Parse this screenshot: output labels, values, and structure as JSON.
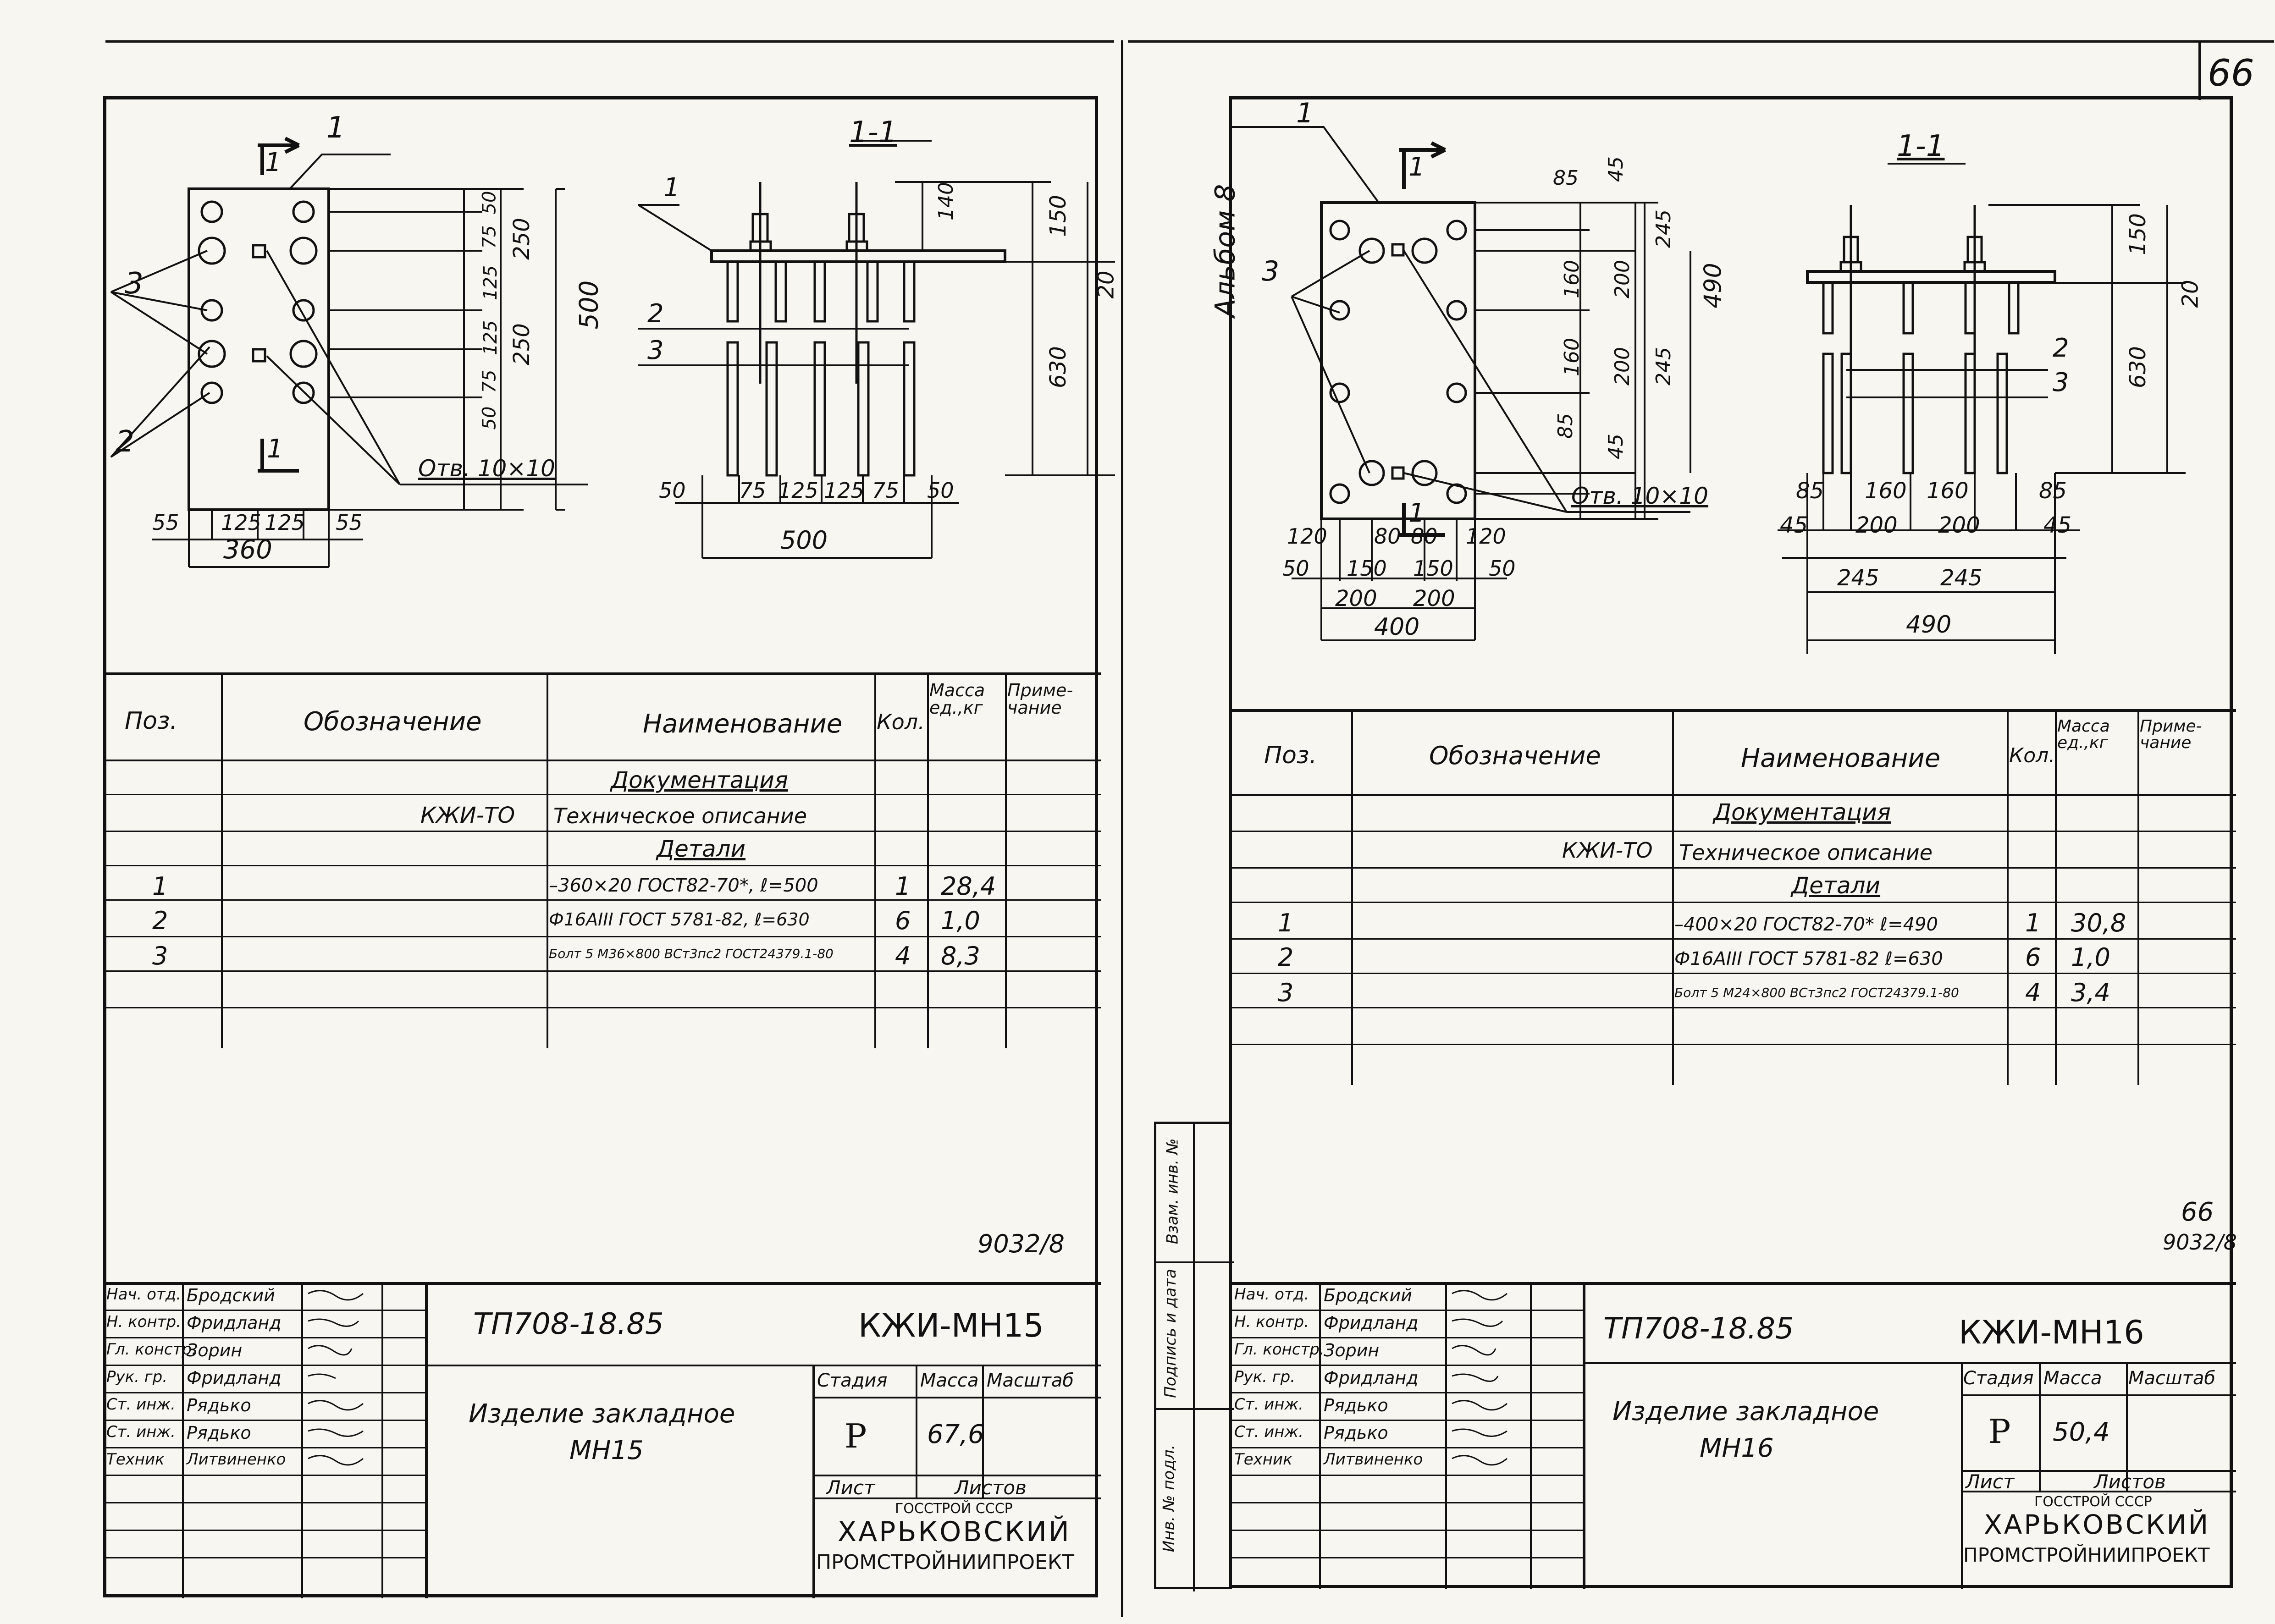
{
  "page_corner": "66",
  "left": {
    "drawing": {
      "section_label": "1-1",
      "section_mark": "1",
      "pos_labels": [
        "1",
        "2",
        "3"
      ],
      "plan_dims_vertical_1": [
        "50",
        "75",
        "125",
        "125",
        "75",
        "50"
      ],
      "plan_dims_vertical_2": [
        "250",
        "250"
      ],
      "plan_dims_total": "500",
      "plan_dims_horizontal": [
        "55",
        "125",
        "125",
        "55"
      ],
      "plan_width": "360",
      "hole": "Отв. 10×10",
      "sec_dims_horizontal": [
        "50",
        "75",
        "125",
        "125",
        "75",
        "50"
      ],
      "sec_width": "500",
      "sec_dims_vertical": [
        "140",
        "150",
        "20",
        "630"
      ]
    },
    "table": {
      "headers": [
        "Поз.",
        "Обозначение",
        "Наименование",
        "Кол.",
        "Масса ед.,кг",
        "Приме-чание"
      ],
      "rows": [
        {
          "pos": "",
          "code": "",
          "name": "Документация",
          "qty": "",
          "mass": "",
          "note": ""
        },
        {
          "pos": "",
          "code": "КЖИ-ТО",
          "name": "Техническое описание",
          "qty": "",
          "mass": "",
          "note": ""
        },
        {
          "pos": "",
          "code": "",
          "name": "Детали",
          "qty": "",
          "mass": "",
          "note": ""
        },
        {
          "pos": "1",
          "code": "",
          "name": "–360×20 ГОСТ82-70*, ℓ=500",
          "qty": "1",
          "mass": "28,4",
          "note": ""
        },
        {
          "pos": "2",
          "code": "",
          "name": "Ф16АIII ГОСТ 5781-82, ℓ=630",
          "qty": "6",
          "mass": "1,0",
          "note": ""
        },
        {
          "pos": "3",
          "code": "",
          "name": "Болт 5 М36×800 ВСт3пс2 ГОСТ24379.1-80",
          "qty": "4",
          "mass": "8,3",
          "note": ""
        }
      ]
    },
    "sheet_no": "9032/8",
    "titleblock": {
      "roles": [
        "Нач. отд.",
        "Н. контр.",
        "Гл. констр.",
        "Рук. гр.",
        "Ст. инж.",
        "Ст. инж.",
        "Техник"
      ],
      "names": [
        "Бродский",
        "Фридланд",
        "Зорин",
        "Фридланд",
        "Рядько",
        "Рядько",
        "Литвиненко"
      ],
      "project": "ТП708-18.85",
      "code": "КЖИ-МН15",
      "title_line1": "Изделие закладное",
      "title_line2": "МН15",
      "stage_label": "Стадия",
      "mass_label": "Масса",
      "scale_label": "Масштаб",
      "stage": "Р",
      "mass": "67,6",
      "sheet_label": "Лист",
      "sheets_label": "Листов",
      "org1": "ГОССТРОЙ СССР",
      "org2": "ХАРЬКОВСКИЙ",
      "org3": "ПРОМСТРОЙНИИПРОЕКТ"
    }
  },
  "right": {
    "album": "Альбом 8",
    "drawing": {
      "section_label": "1-1",
      "section_mark": "1",
      "pos_labels": [
        "1",
        "2",
        "3"
      ],
      "plan_dims_vertical_1": [
        "85",
        "160",
        "160",
        "85"
      ],
      "plan_dims_vertical_2": [
        "45",
        "200",
        "200",
        "45"
      ],
      "plan_dims_vertical_3": [
        "245",
        "245"
      ],
      "plan_dims_total": "490",
      "plan_dims_horizontal_1": [
        "120",
        "80",
        "80",
        "120"
      ],
      "plan_dims_horizontal_2": [
        "50",
        "150",
        "150",
        "50"
      ],
      "plan_dims_horizontal_3": [
        "200",
        "200"
      ],
      "plan_width": "400",
      "hole": "Отв. 10×10",
      "sec_dims_horizontal_1": [
        "85",
        "160",
        "160",
        "85"
      ],
      "sec_dims_horizontal_2": [
        "45",
        "200",
        "200",
        "45"
      ],
      "sec_dims_horizontal_3": [
        "245",
        "245"
      ],
      "sec_width": "490",
      "sec_dims_vertical": [
        "150",
        "20",
        "630"
      ]
    },
    "table": {
      "headers": [
        "Поз.",
        "Обозначение",
        "Наименование",
        "Кол.",
        "Масса ед.,кг",
        "Приме-чание"
      ],
      "rows": [
        {
          "pos": "",
          "code": "",
          "name": "Документация",
          "qty": "",
          "mass": "",
          "note": ""
        },
        {
          "pos": "",
          "code": "КЖИ-ТО",
          "name": "Техническое описание",
          "qty": "",
          "mass": "",
          "note": ""
        },
        {
          "pos": "",
          "code": "",
          "name": "Детали",
          "qty": "",
          "mass": "",
          "note": ""
        },
        {
          "pos": "1",
          "code": "",
          "name": "–400×20 ГОСТ82-70* ℓ=490",
          "qty": "1",
          "mass": "30,8",
          "note": ""
        },
        {
          "pos": "2",
          "code": "",
          "name": "Ф16АIII ГОСТ 5781-82 ℓ=630",
          "qty": "6",
          "mass": "1,0",
          "note": ""
        },
        {
          "pos": "3",
          "code": "",
          "name": "Болт 5 М24×800 ВСт3пс2 ГОСТ24379.1-80",
          "qty": "4",
          "mass": "3,4",
          "note": ""
        }
      ]
    },
    "page_no": "66",
    "sheet_no": "9032/8",
    "side_labels": [
      "Взам. инв. №",
      "Подпись и дата",
      "Инв. № подл."
    ],
    "titleblock": {
      "roles": [
        "Нач. отд.",
        "Н. контр.",
        "Гл. констр.",
        "Рук. гр.",
        "Ст. инж.",
        "Ст. инж.",
        "Техник"
      ],
      "names": [
        "Бродский",
        "Фридланд",
        "Зорин",
        "Фридланд",
        "Рядько",
        "Рядько",
        "Литвиненко"
      ],
      "project": "ТП708-18.85",
      "code": "КЖИ-МН16",
      "title_line1": "Изделие закладное",
      "title_line2": "МН16",
      "stage_label": "Стадия",
      "mass_label": "Масса",
      "scale_label": "Масштаб",
      "stage": "Р",
      "mass": "50,4",
      "sheet_label": "Лист",
      "sheets_label": "Листов",
      "org1": "ГОССТРОЙ СССР",
      "org2": "ХАРЬКОВСКИЙ",
      "org3": "ПРОМСТРОЙНИИПРОЕКТ"
    }
  }
}
